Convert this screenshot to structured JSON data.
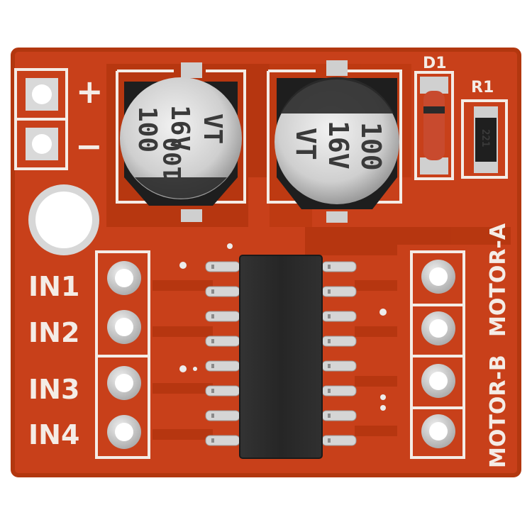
{
  "board": {
    "labels": {
      "plus": "+",
      "minus": "−",
      "in1": "IN1",
      "in2": "IN2",
      "in3": "IN3",
      "in4": "IN4",
      "motor_a": "MOTOR-A",
      "motor_b": "MOTOR-B",
      "d1": "D1",
      "r1": "R1"
    },
    "capacitors": [
      {
        "value": "100",
        "voltage": "16V",
        "series": "VT"
      },
      {
        "value": "100",
        "voltage": "16V",
        "series": "VT"
      }
    ],
    "resistor_code": "221",
    "colors": {
      "pcb": "#c8401a",
      "pcb_dark": "#a93310",
      "silk": "#f4ece6",
      "pad": "#d9d9d9",
      "chip": "#2b2b2b"
    }
  }
}
